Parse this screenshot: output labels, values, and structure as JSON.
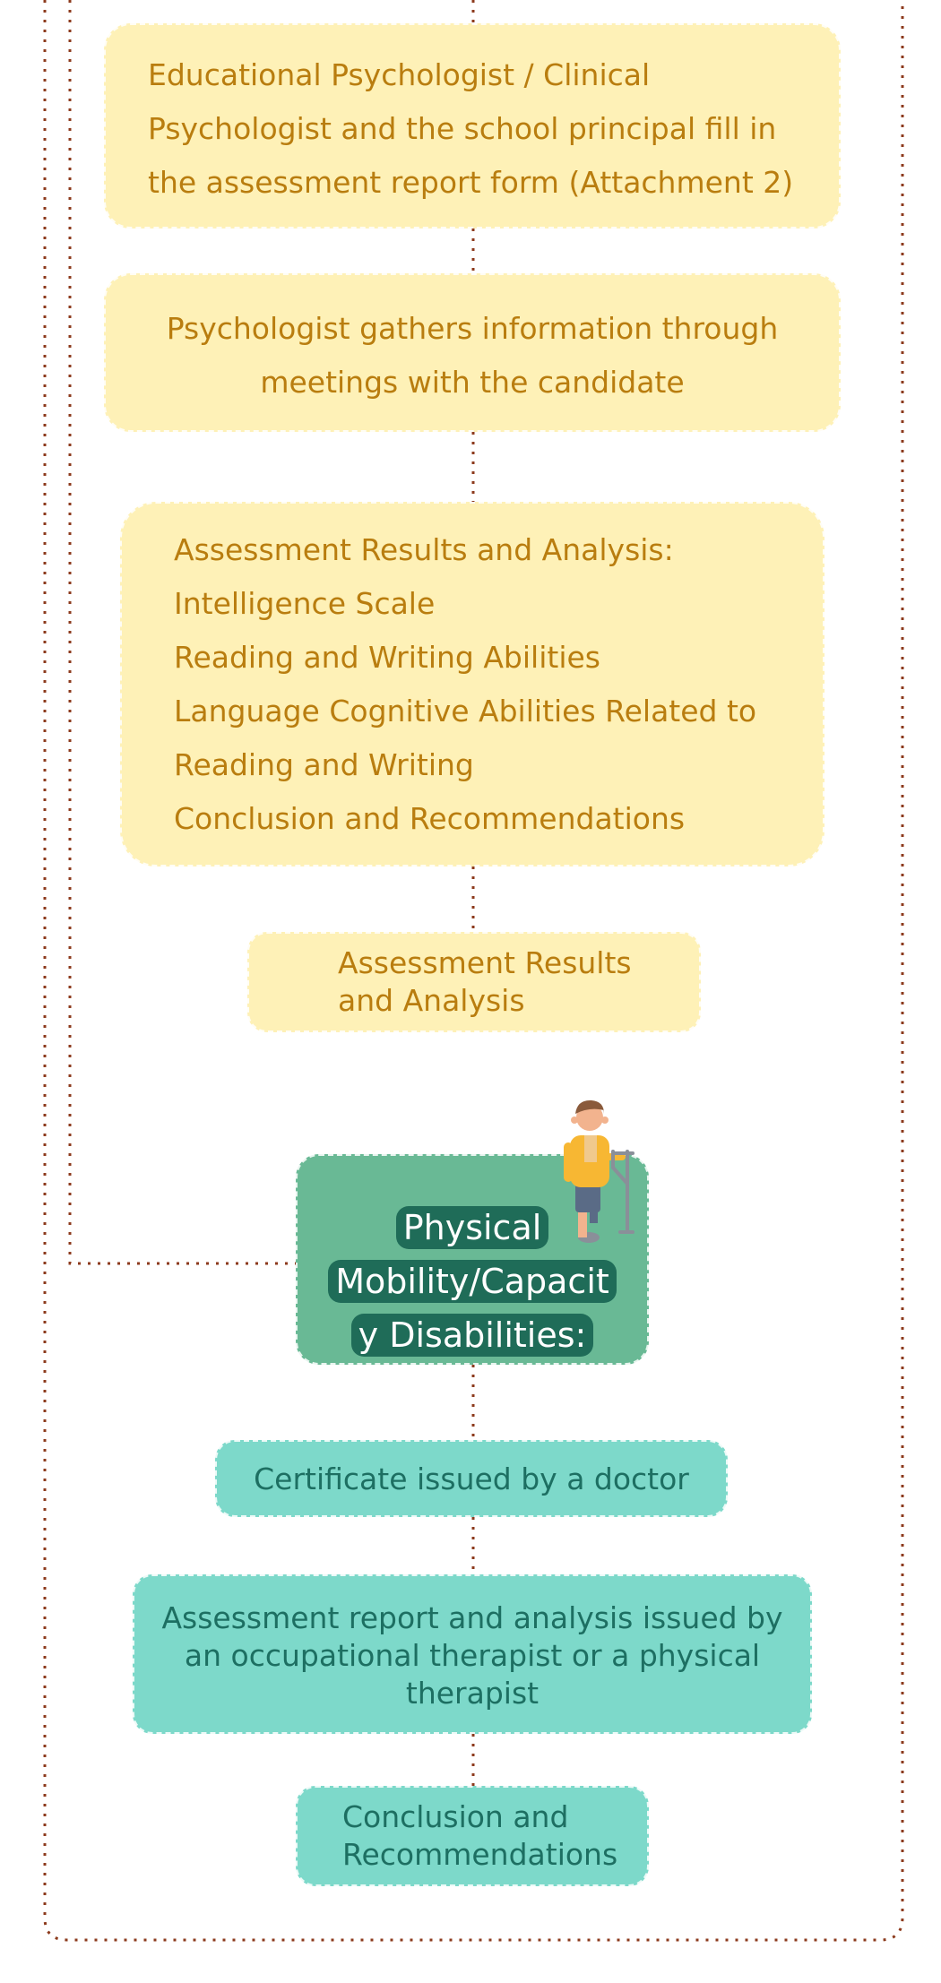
{
  "steps": {
    "assessment_form": [
      "Educational Psychologist / Clinical",
      "Psychologist and the school principal fill in",
      "the assessment report form (Attachment 2)"
    ],
    "gather_info": [
      "Psychologist gathers information through",
      "meetings with the candidate"
    ],
    "results_analysis_detail": [
      "Assessment Results and Analysis:",
      "Intelligence Scale",
      "Reading and Writing Abilities",
      "Language Cognitive Abilities Related to",
      "Reading and Writing",
      "Conclusion and Recommendations"
    ],
    "results_analysis": [
      "Assessment Results",
      "and Analysis"
    ]
  },
  "category": {
    "title_lines": [
      "Physical",
      "Mobility/Capacit",
      "y Disabilities:"
    ],
    "icon": "person-with-crutch-icon"
  },
  "physical_steps": {
    "doctor_certificate": "Certificate issued by a doctor",
    "therapist_report": [
      "Assessment report and analysis issued by",
      "an occupational therapist or a physical",
      "therapist"
    ],
    "conclusion": [
      "Conclusion and",
      "Recommendations"
    ]
  },
  "colors": {
    "yellow_box": "#fef1b7",
    "yellow_text": "#b97d0f",
    "teal_box": "#7dd9ca",
    "teal_text": "#1d6f62",
    "category_box": "#69b995",
    "category_label": "#1f6c58",
    "connector": "#8c3a1c"
  }
}
